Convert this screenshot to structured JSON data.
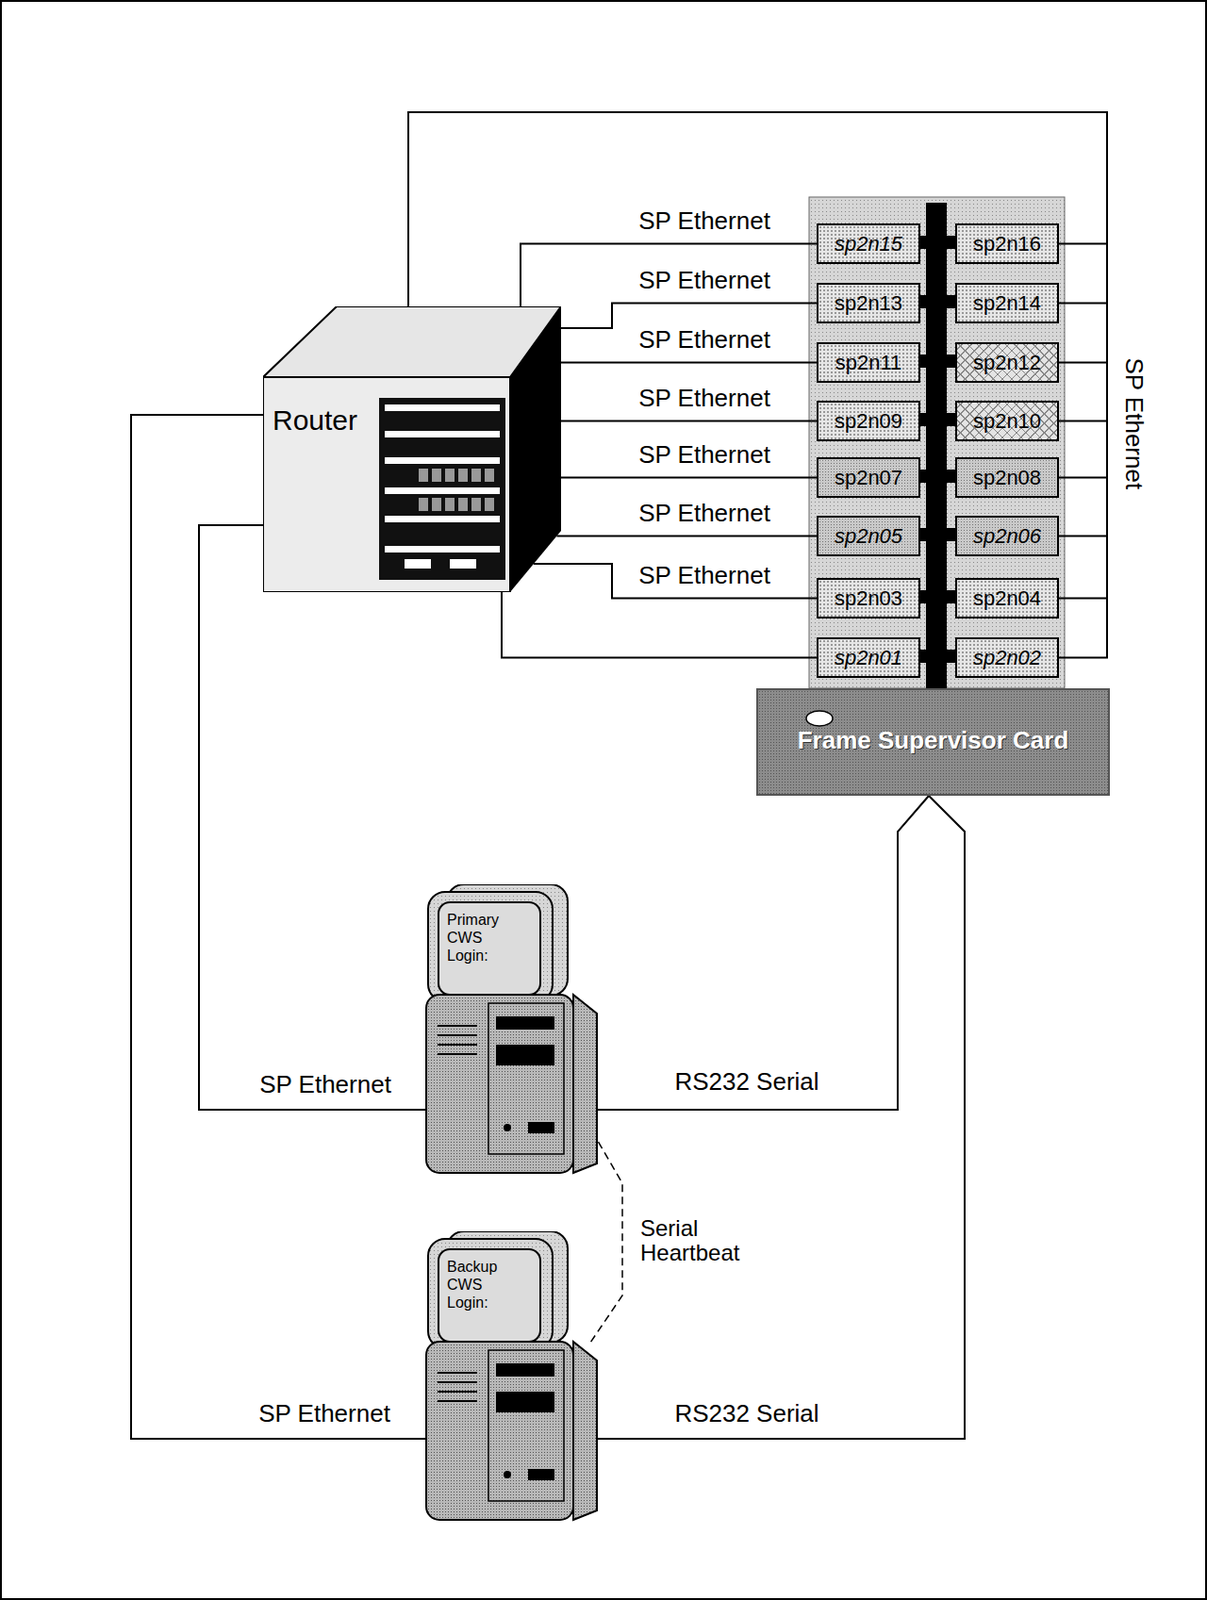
{
  "diagram": {
    "nodes": [
      {
        "text": [
          "Router"
        ]
      },
      {
        "text": [
          "sp2n15"
        ]
      },
      {
        "text": [
          "sp2n16"
        ]
      },
      {
        "text": [
          "sp2n13"
        ]
      },
      {
        "text": [
          "sp2n14"
        ]
      },
      {
        "text": [
          "sp2n11"
        ]
      },
      {
        "text": [
          "sp2n12"
        ]
      },
      {
        "text": [
          "sp2n09"
        ]
      },
      {
        "text": [
          "sp2n10"
        ]
      },
      {
        "text": [
          "sp2n07"
        ]
      },
      {
        "text": [
          "sp2n08"
        ]
      },
      {
        "text": [
          "sp2n05"
        ]
      },
      {
        "text": [
          "sp2n06"
        ]
      },
      {
        "text": [
          "sp2n03"
        ]
      },
      {
        "text": [
          "sp2n04"
        ]
      },
      {
        "text": [
          "sp2n01"
        ]
      },
      {
        "text": [
          "sp2n02"
        ]
      },
      {
        "text": [
          "Frame Supervisor Card"
        ]
      },
      {
        "text": [
          "Primary CWS Login:"
        ]
      },
      {
        "text": [
          "Backup CWS Login:"
        ]
      }
    ],
    "edges": [
      {
        "from": 0,
        "to": 1,
        "arrow": "none",
        "label": "SP Ethernet"
      },
      {
        "from": 0,
        "to": 3,
        "arrow": "none",
        "label": "SP Ethernet"
      },
      {
        "from": 0,
        "to": 5,
        "arrow": "none",
        "label": "SP Ethernet"
      },
      {
        "from": 0,
        "to": 7,
        "arrow": "none",
        "label": "SP Ethernet"
      },
      {
        "from": 0,
        "to": 9,
        "arrow": "none",
        "label": "SP Ethernet"
      },
      {
        "from": 0,
        "to": 11,
        "arrow": "none",
        "label": "SP Ethernet"
      },
      {
        "from": 0,
        "to": 13,
        "arrow": "none",
        "label": "SP Ethernet"
      },
      {
        "from": 0,
        "to": 15,
        "arrow": "none"
      },
      {
        "from": 0,
        "to": 2,
        "arrow": "none",
        "label": "SP Ethernet"
      },
      {
        "from": 0,
        "to": 4,
        "arrow": "none"
      },
      {
        "from": 0,
        "to": 6,
        "arrow": "none"
      },
      {
        "from": 0,
        "to": 8,
        "arrow": "none"
      },
      {
        "from": 0,
        "to": 10,
        "arrow": "none"
      },
      {
        "from": 0,
        "to": 12,
        "arrow": "none"
      },
      {
        "from": 0,
        "to": 14,
        "arrow": "none"
      },
      {
        "from": 0,
        "to": 16,
        "arrow": "none"
      },
      {
        "from": 0,
        "to": 18,
        "arrow": "none",
        "label": "SP Ethernet"
      },
      {
        "from": 0,
        "to": 19,
        "arrow": "none",
        "label": "SP Ethernet"
      },
      {
        "from": 18,
        "to": 17,
        "arrow": "none",
        "label": "RS232 Serial"
      },
      {
        "from": 19,
        "to": 17,
        "arrow": "none",
        "label": "RS232 Serial"
      },
      {
        "from": 18,
        "to": 19,
        "arrow": "none",
        "label": "Serial Heartbeat"
      }
    ]
  }
}
